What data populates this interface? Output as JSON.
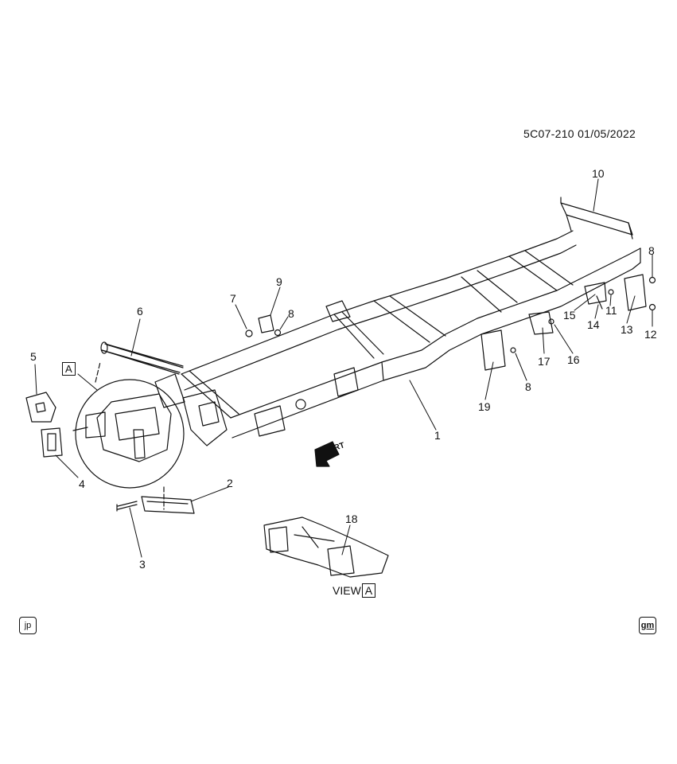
{
  "header": {
    "reference": "5C07-210  01/05/2022"
  },
  "callouts": {
    "c1": "1",
    "c2": "2",
    "c3": "3",
    "c4": "4",
    "c5": "5",
    "c6": "6",
    "c7": "7",
    "c8a": "8",
    "c8b": "8",
    "c8c": "8",
    "c9": "9",
    "c10": "10",
    "c11": "11",
    "c12": "12",
    "c13": "13",
    "c14": "14",
    "c15": "15",
    "c16": "16",
    "c17": "17",
    "c18": "18",
    "c19": "19"
  },
  "view_marker": "A",
  "view_label": {
    "prefix": "VIEW",
    "letter": "A"
  },
  "direction_label": "FRT",
  "badges": {
    "left": "jp",
    "right": "gm"
  }
}
